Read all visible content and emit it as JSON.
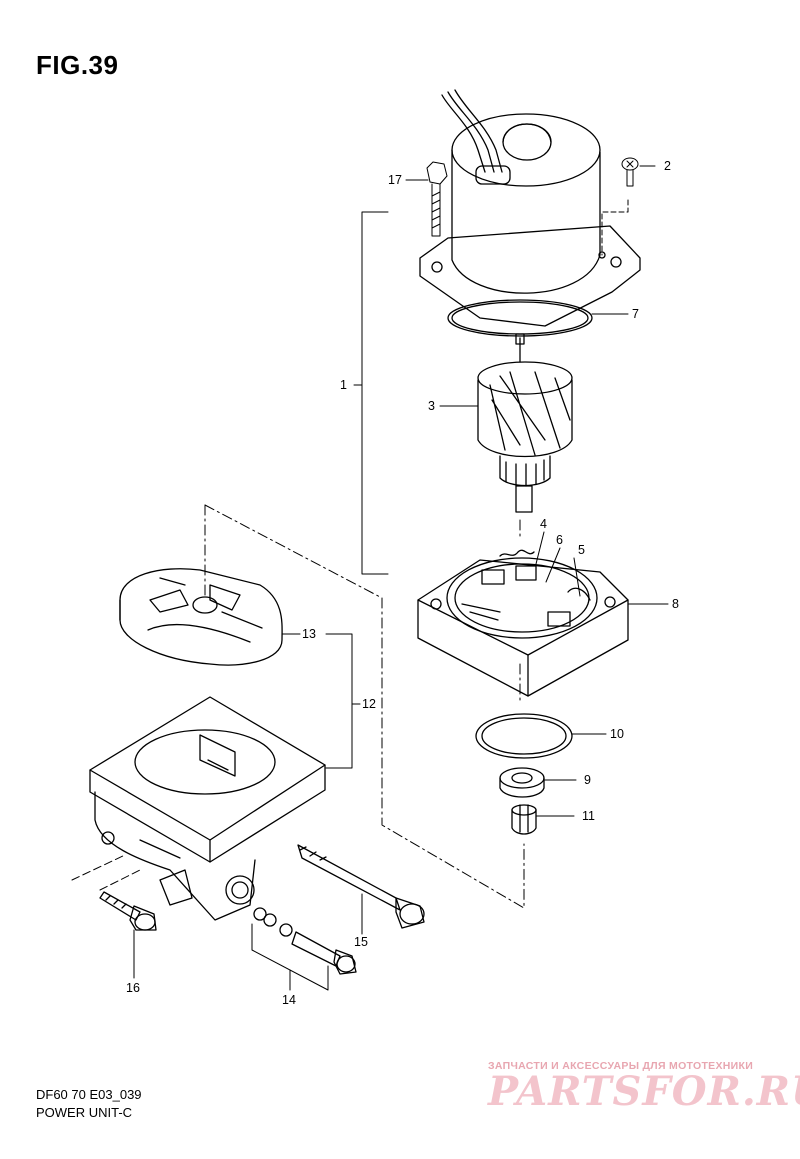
{
  "figure": {
    "title": "FIG.39"
  },
  "callouts": [
    {
      "id": "17",
      "text": "17"
    },
    {
      "id": "2",
      "text": "2"
    },
    {
      "id": "7",
      "text": "7"
    },
    {
      "id": "1",
      "text": "1"
    },
    {
      "id": "3",
      "text": "3"
    },
    {
      "id": "4",
      "text": "4"
    },
    {
      "id": "6",
      "text": "6"
    },
    {
      "id": "5",
      "text": "5"
    },
    {
      "id": "8",
      "text": "8"
    },
    {
      "id": "13",
      "text": "13"
    },
    {
      "id": "12",
      "text": "12"
    },
    {
      "id": "10",
      "text": "10"
    },
    {
      "id": "9",
      "text": "9"
    },
    {
      "id": "11",
      "text": "11"
    },
    {
      "id": "15",
      "text": "15"
    },
    {
      "id": "16",
      "text": "16"
    },
    {
      "id": "14",
      "text": "14"
    }
  ],
  "footer": {
    "code": "DF60 70 E03_039",
    "name": "POWER UNIT-C"
  },
  "watermark": {
    "tagline": "ЗАПЧАСТИ И АКСЕССУАРЫ ДЛЯ МОТОТЕХНИКИ",
    "brand": "PARTSFOR.RU"
  }
}
